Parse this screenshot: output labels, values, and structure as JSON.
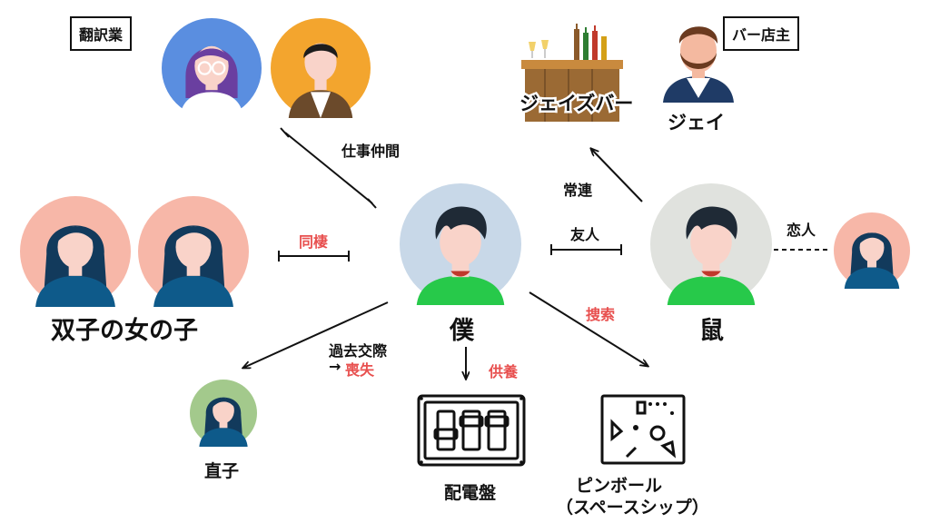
{
  "boxes": {
    "translation": "翻訳業",
    "bar_owner": "バー店主"
  },
  "nodes": {
    "boku": "僕",
    "nezumi": "鼠",
    "twins": "双子の女の子",
    "naoko": "直子",
    "jay": "ジェイ",
    "jays_bar": "ジェイズバー",
    "switchboard": "配電盤",
    "pinball_line1": "ピンボール",
    "pinball_line2": "（スペースシップ）"
  },
  "relations": {
    "coworkers": "仕事仲間",
    "cohabit": "同棲",
    "friend": "友人",
    "regular": "常連",
    "lover": "恋人",
    "search": "捜索",
    "funeral": "供養",
    "past_line1": "過去交際",
    "past_arrow": "→",
    "past_loss": "喪失"
  },
  "colors": {
    "red_label": "#e8504f",
    "skin": "#f9d3c9",
    "hair_dark": "#1f2a36",
    "hair_navy": "#123a5c",
    "shirt_green": "#27c94a",
    "shirt_blue": "#0e5a8a"
  }
}
